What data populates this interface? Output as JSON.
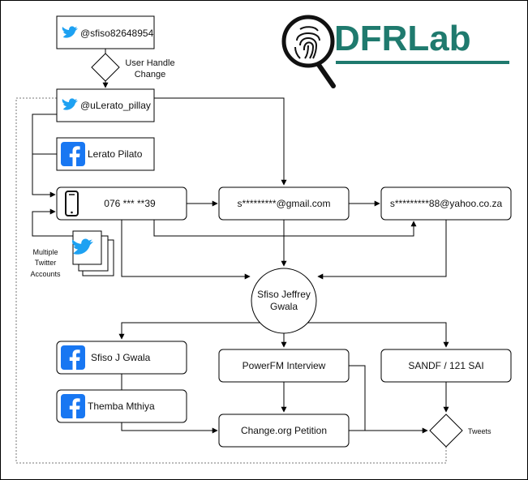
{
  "logo": {
    "text": "DFRLab",
    "brand_color": "#1f7a6e",
    "icon": "fingerprint-magnifier-icon"
  },
  "nodes": {
    "handle_old": {
      "label": "@sfiso82648954",
      "icon": "twitter-icon"
    },
    "handle_change": {
      "line1": "User Handle",
      "line2": "Change"
    },
    "handle_new": {
      "label": "@uLerato_pillay",
      "icon": "twitter-icon"
    },
    "fb_lerato": {
      "label": "Lerato Pilato",
      "icon": "facebook-icon"
    },
    "phone": {
      "label": "076 *** **39",
      "icon": "phone-icon"
    },
    "gmail": {
      "label": "s*********@gmail.com"
    },
    "yahoo": {
      "label": "s*********88@yahoo.co.za"
    },
    "multi_twitter": {
      "line1": "Multiple",
      "line2": "Twitter",
      "line3": "Accounts",
      "icon": "twitter-icon"
    },
    "person": {
      "line1": "Sfiso Jeffrey",
      "line2": "Gwala"
    },
    "fb_sfiso": {
      "label": "Sfiso J Gwala",
      "icon": "facebook-icon"
    },
    "fb_themba": {
      "label": "Themba Mthiya",
      "icon": "facebook-icon"
    },
    "powerfm": {
      "label": "PowerFM Interview"
    },
    "petition": {
      "label": "Change.org Petition"
    },
    "sandf": {
      "label": "SANDF / 121 SAI"
    },
    "tweets": {
      "label": "Tweets"
    }
  },
  "colors": {
    "twitter": "#1da1f2",
    "facebook": "#1877f2",
    "line": "#000000",
    "dotted": "#777777"
  }
}
